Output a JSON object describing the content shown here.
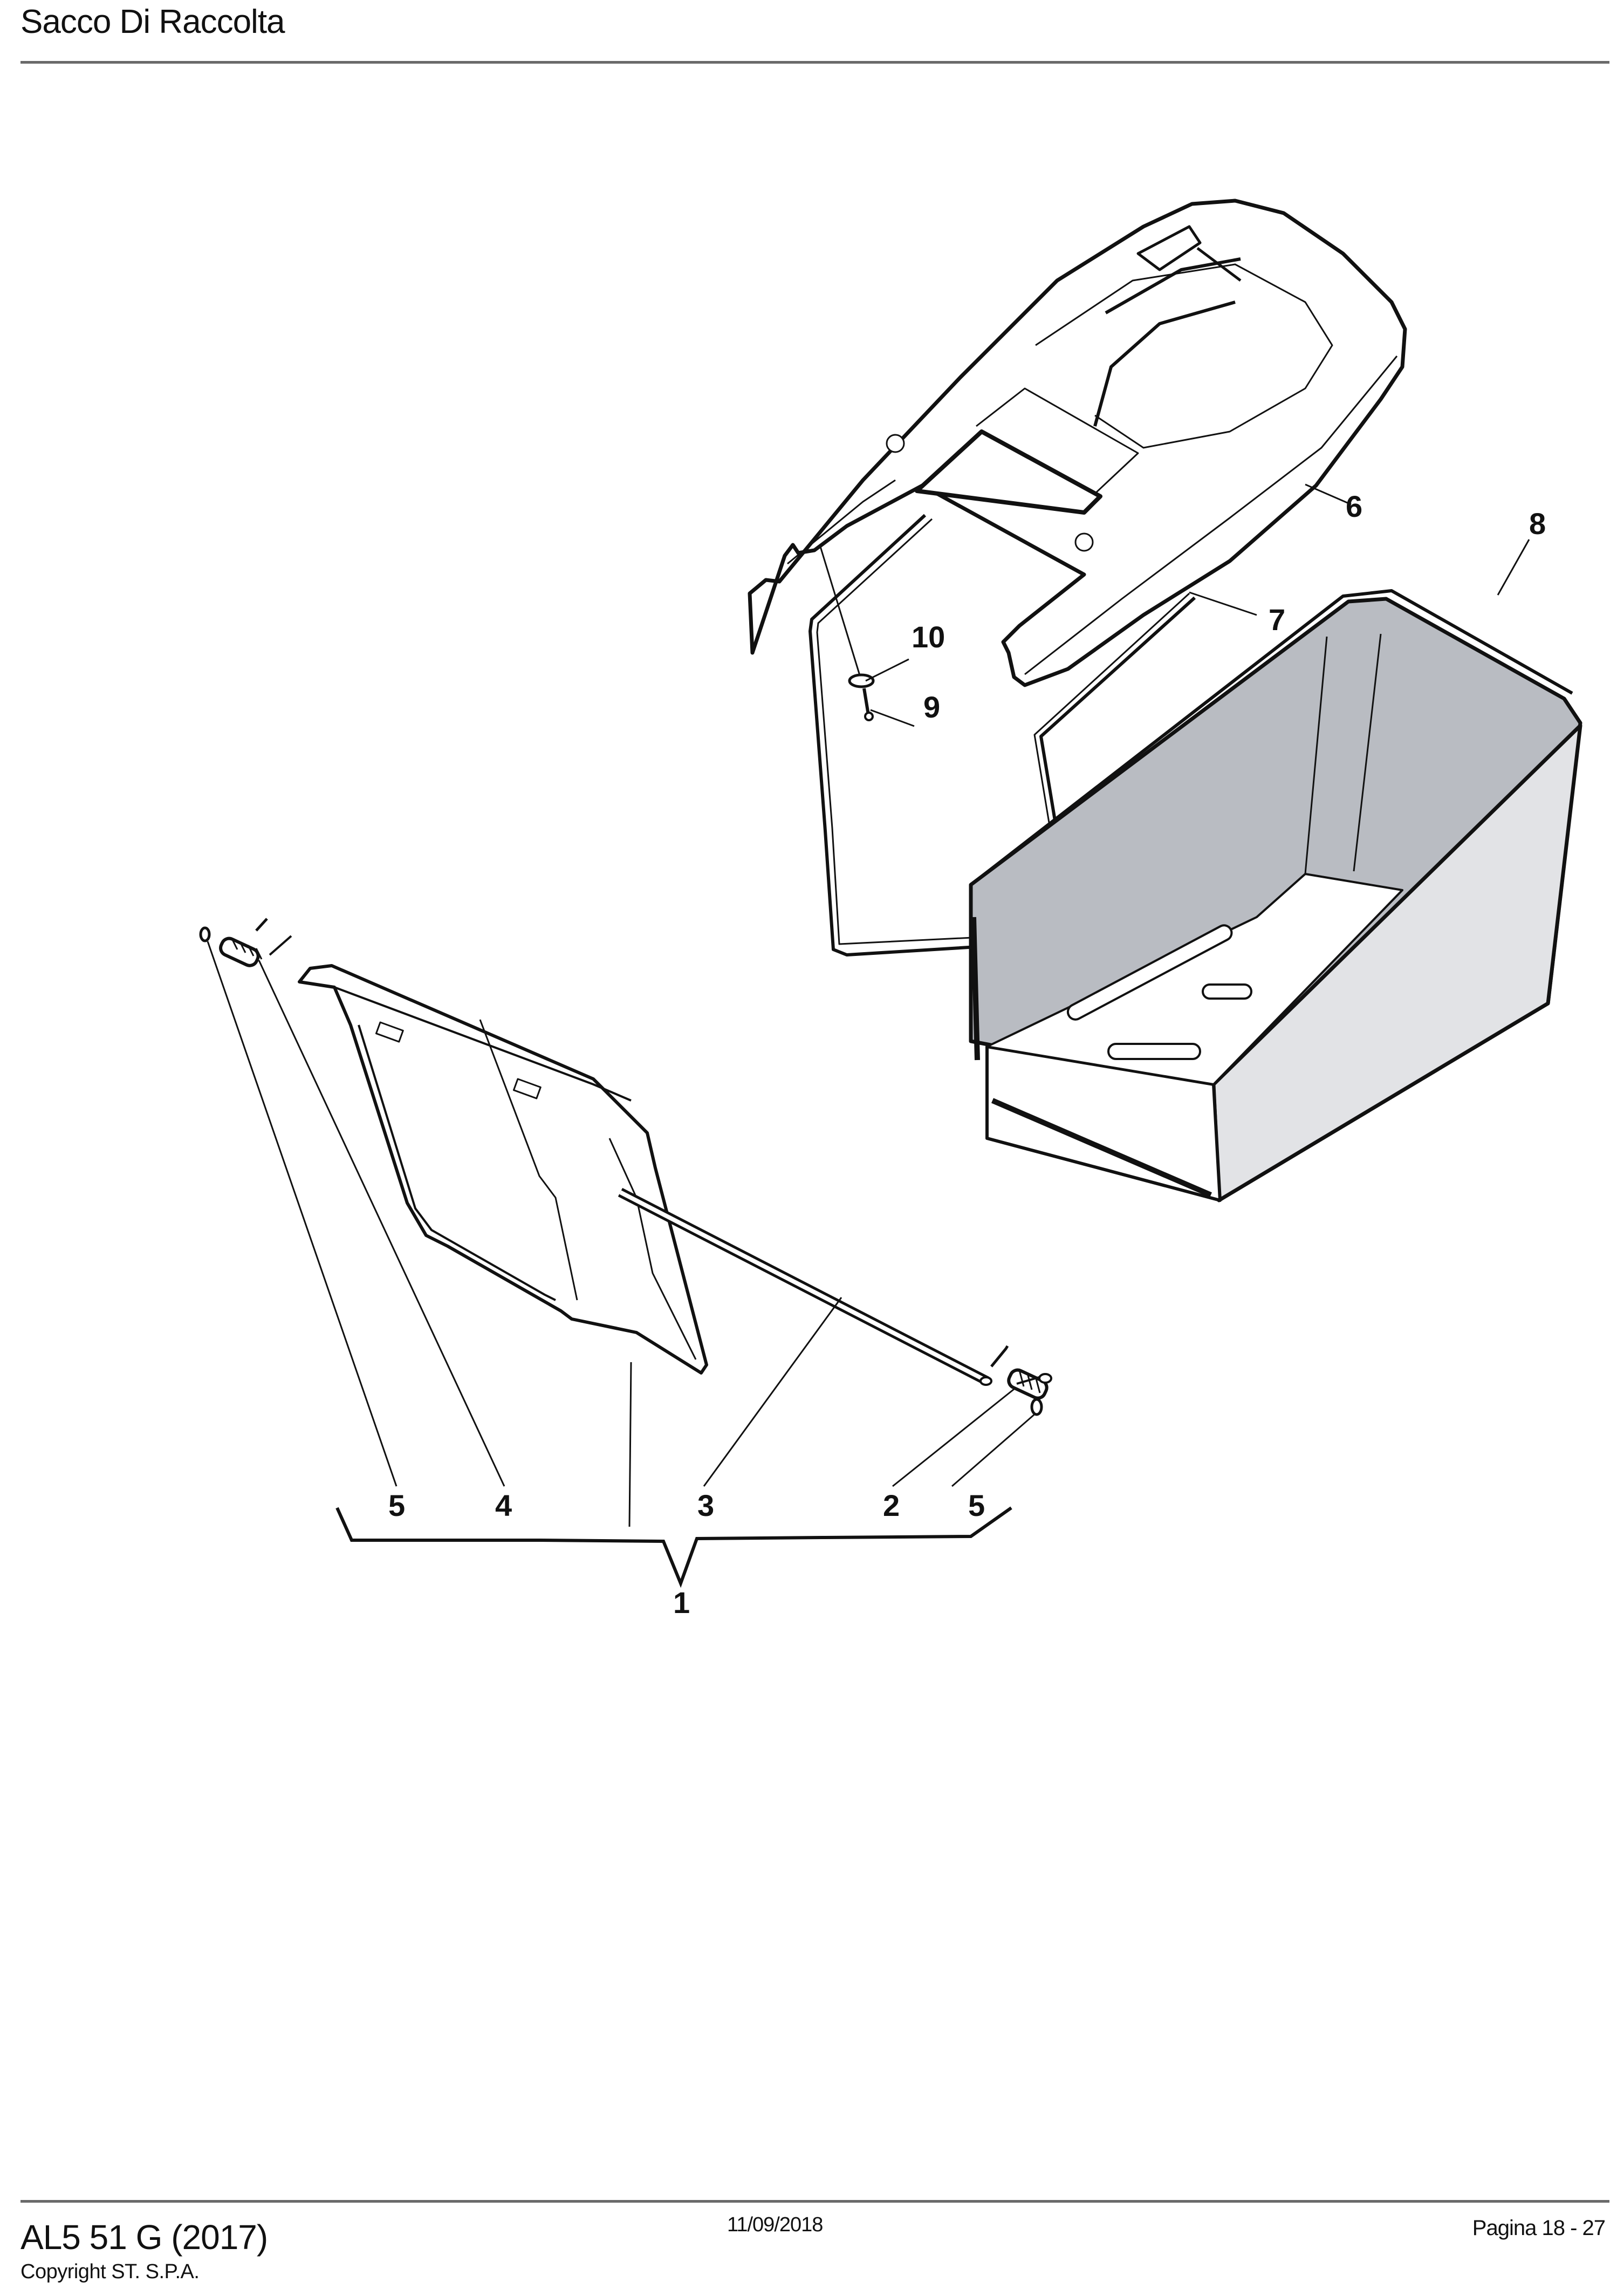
{
  "header": {
    "title": "Sacco Di Raccolta"
  },
  "footer": {
    "model": "AL5 51 G (2017)",
    "copyright": "Copyright ST. S.P.A.",
    "date": "11/09/2018",
    "page": "Pagina 18 - 27"
  },
  "diagram": {
    "description": "Exploded parts view of grass collection bag",
    "colors": {
      "line": "#111111",
      "bag_inner": "#b9bcc2",
      "bag_side": "#e2e3e6",
      "rule": "#6a6a6a"
    },
    "callouts": [
      {
        "id": "c1",
        "label": "1"
      },
      {
        "id": "c2",
        "label": "2"
      },
      {
        "id": "c3",
        "label": "3"
      },
      {
        "id": "c4",
        "label": "4"
      },
      {
        "id": "c5a",
        "label": "5"
      },
      {
        "id": "c5b",
        "label": "5"
      },
      {
        "id": "c6",
        "label": "6"
      },
      {
        "id": "c7",
        "label": "7"
      },
      {
        "id": "c8",
        "label": "8"
      },
      {
        "id": "c9",
        "label": "9"
      },
      {
        "id": "c10",
        "label": "10"
      }
    ]
  }
}
